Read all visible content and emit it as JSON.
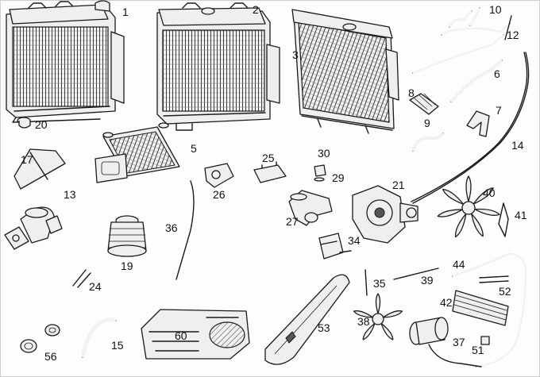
{
  "parts": [
    {
      "key": "p1",
      "label": "1"
    },
    {
      "key": "p2",
      "label": "2"
    },
    {
      "key": "p3",
      "label": "3"
    },
    {
      "key": "p5",
      "label": "5"
    },
    {
      "key": "p6",
      "label": "6"
    },
    {
      "key": "p7",
      "label": "7"
    },
    {
      "key": "p8",
      "label": "8"
    },
    {
      "key": "p9",
      "label": "9"
    },
    {
      "key": "p10",
      "label": "10"
    },
    {
      "key": "p12",
      "label": "12"
    },
    {
      "key": "p13",
      "label": "13"
    },
    {
      "key": "p14",
      "label": "14"
    },
    {
      "key": "p15",
      "label": "15"
    },
    {
      "key": "p17",
      "label": "17"
    },
    {
      "key": "p19",
      "label": "19"
    },
    {
      "key": "p20",
      "label": "20"
    },
    {
      "key": "p21",
      "label": "21"
    },
    {
      "key": "p24",
      "label": "24"
    },
    {
      "key": "p25",
      "label": "25"
    },
    {
      "key": "p26",
      "label": "26"
    },
    {
      "key": "p27",
      "label": "27"
    },
    {
      "key": "p29",
      "label": "29"
    },
    {
      "key": "p30",
      "label": "30"
    },
    {
      "key": "p34",
      "label": "34"
    },
    {
      "key": "p35",
      "label": "35"
    },
    {
      "key": "p36",
      "label": "36"
    },
    {
      "key": "p37",
      "label": "37"
    },
    {
      "key": "p38",
      "label": "38"
    },
    {
      "key": "p39",
      "label": "39"
    },
    {
      "key": "p40",
      "label": "40"
    },
    {
      "key": "p41",
      "label": "41"
    },
    {
      "key": "p42",
      "label": "42"
    },
    {
      "key": "p44",
      "label": "44"
    },
    {
      "key": "p51",
      "label": "51"
    },
    {
      "key": "p52",
      "label": "52"
    },
    {
      "key": "p53",
      "label": "53"
    },
    {
      "key": "p56",
      "label": "56"
    },
    {
      "key": "p60",
      "label": "60"
    }
  ],
  "colors": {
    "line": "#1a1a1a",
    "fill": "#efefef",
    "background": "#fdfdfd"
  }
}
